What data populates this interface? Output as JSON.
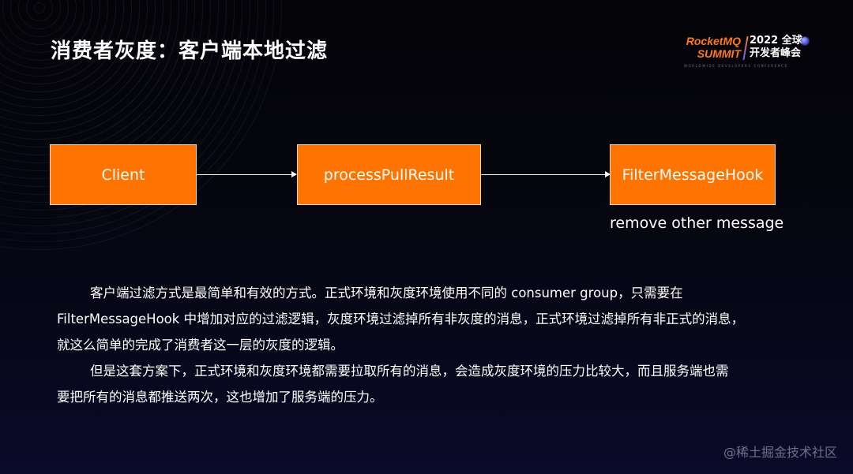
{
  "slide": {
    "title": "消费者灰度：客户端本地过滤",
    "background_color": "#05050d",
    "accent_color": "#ff7300"
  },
  "logo": {
    "brand_line1": "RocketMQ",
    "brand_line2": "SUMMIT",
    "event_line1": "2022 全球",
    "event_line2": "开发者峰会",
    "tagline": "WORLDWIDE DEVELOPERS CONFERENCE",
    "icon": "planet-icon"
  },
  "diagram": {
    "nodes": [
      {
        "label": "Client"
      },
      {
        "label": "processPullResult"
      },
      {
        "label": "FilterMessageHook"
      }
    ],
    "edges": [
      {
        "from": "Client",
        "to": "processPullResult",
        "icon": "arrow-right-icon"
      },
      {
        "from": "processPullResult",
        "to": "FilterMessageHook",
        "icon": "arrow-right-icon"
      }
    ],
    "caption": "remove other message"
  },
  "body": {
    "paragraph1": {
      "line1": "客户端过滤方式是最简单和有效的方式。正式环境和灰度环境使用不同的 consumer group，只需要在",
      "line2": "FilterMessageHook 中增加对应的过滤逻辑，灰度环境过滤掉所有非灰度的消息，正式环境过滤掉所有非正式的消息，",
      "line3": "就这么简单的完成了消费者这一层的灰度的逻辑。"
    },
    "paragraph2": {
      "line1": "但是这套方案下，正式环境和灰度环境都需要拉取所有的消息，会造成灰度环境的压力比较大，而且服务端也需",
      "line2": "要把所有的消息都推送两次，这也增加了服务端的压力。"
    }
  },
  "watermark": "@稀土掘金技术社区"
}
